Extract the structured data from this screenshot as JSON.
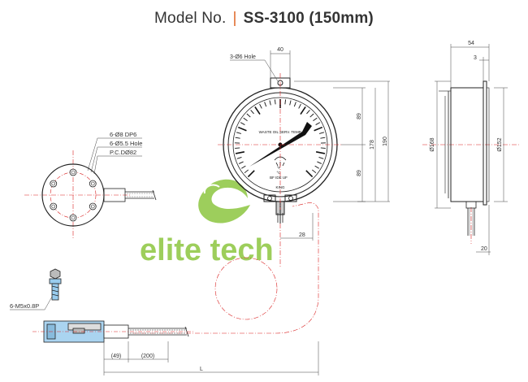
{
  "title": {
    "prefix": "Model No.",
    "model": "SS-3100 (150mm)"
  },
  "watermark": {
    "text": "elite tech",
    "color": "#8cc63f"
  },
  "accent": "#e06a2c",
  "dims": {
    "w40": "40",
    "hole": "3-Ø6 Hole",
    "h89a": "89",
    "h89b": "89",
    "h178": "178",
    "h190": "190",
    "w28": "28",
    "w54": "54",
    "w3": "3",
    "d168": "Ø168",
    "d152": "Ø152",
    "w20": "20",
    "dp6": "6-Ø8 DP6",
    "hole55": "6-Ø5.5 Hole",
    "pcd": "P.C.DØ82",
    "m5": "6-M5x0.8P",
    "l49": "(49)",
    "l200": "(200)",
    "L": "L"
  },
  "dial": {
    "label": "WASTE OIL SERV. TEMP.",
    "unit1": "°F",
    "unit2": "°C",
    "unit3": "BF IDE UF",
    "brand": "KING"
  }
}
